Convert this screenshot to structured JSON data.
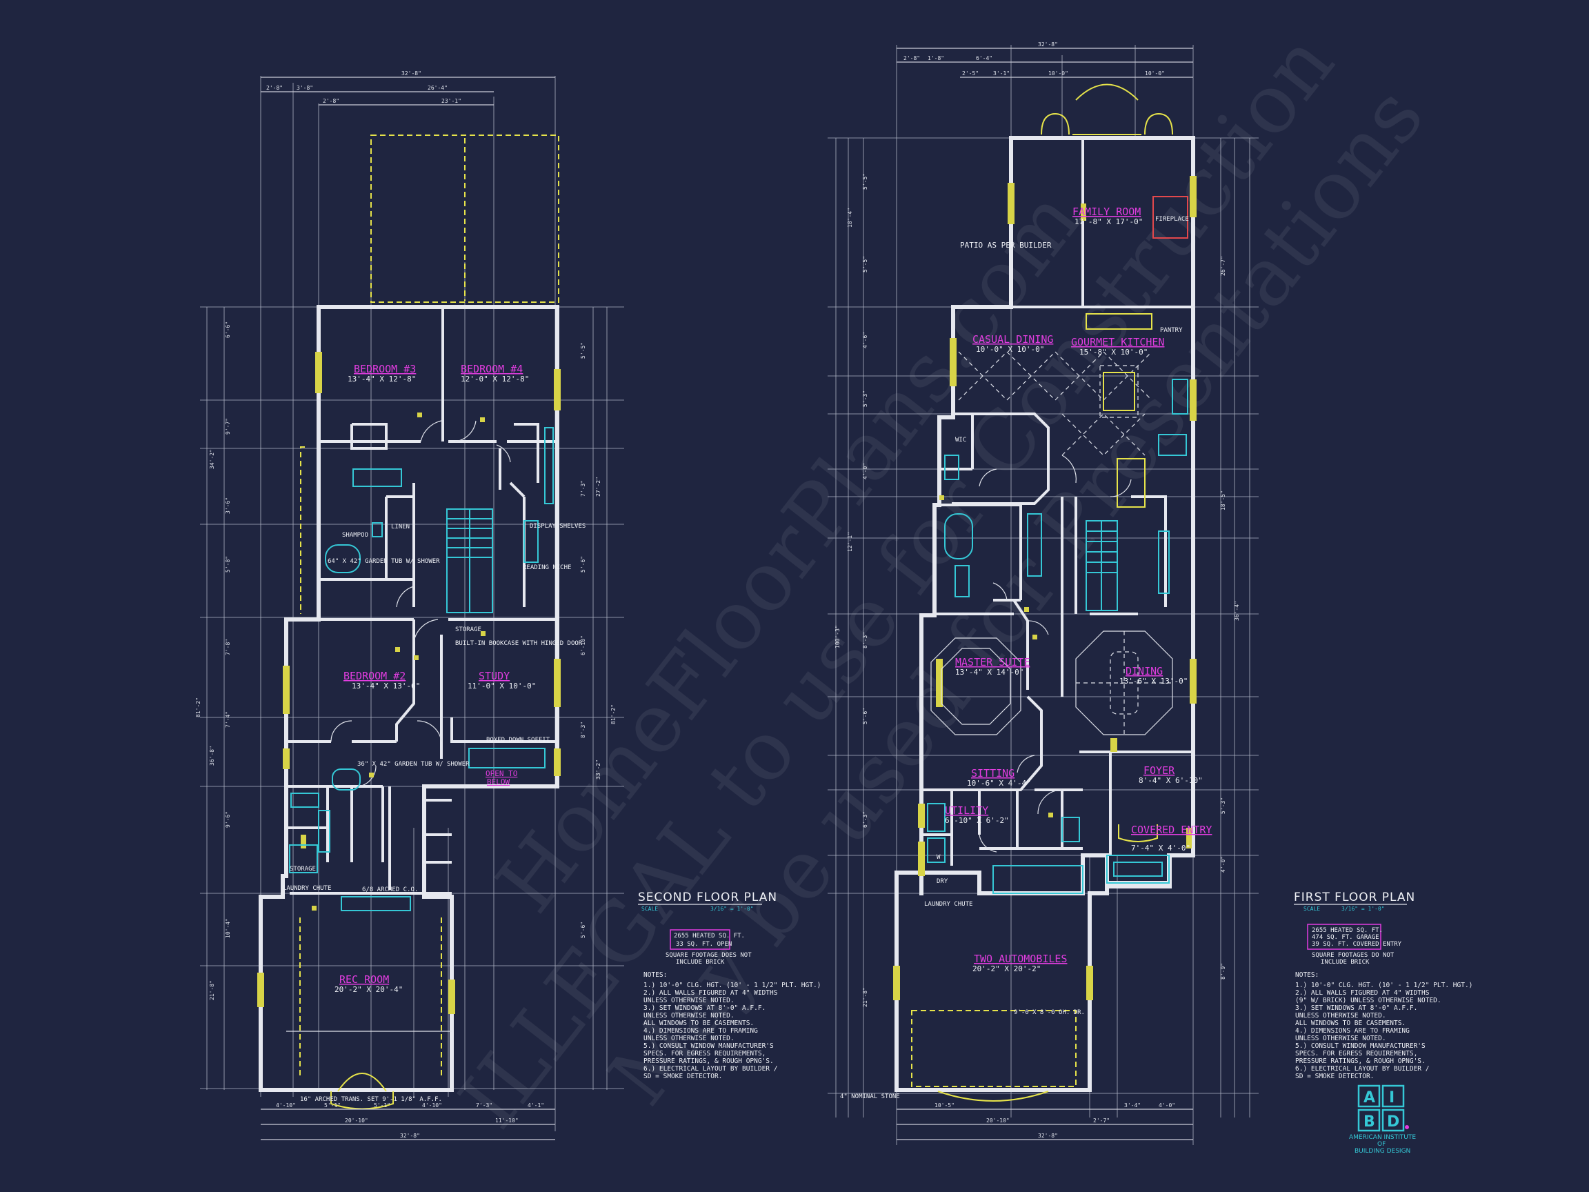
{
  "watermark": {
    "line1": "HomeFloorPlans.com",
    "line2": "ILLEGAL to use for Construction",
    "line3": "May be used for Presentations"
  },
  "second_floor": {
    "title": "SECOND FLOOR PLAN",
    "scale_label": "SCALE",
    "scale_value": "3/16\" = 1'-0\"",
    "area_box": [
      "2655 HEATED SQ. FT.",
      "33 SQ. FT. OPEN"
    ],
    "area_note": [
      "SQUARE FOOTAGE DOES NOT",
      "INCLUDE BRICK"
    ],
    "notes_title": "NOTES:",
    "notes": [
      "1.) 10'-0\" CLG. HGT. (10' - 1 1/2\" PLT. HGT.)",
      "2.) ALL WALLS FIGURED AT 4\" WIDTHS",
      "    UNLESS OTHERWISE NOTED.",
      "3.) SET WINDOWS AT 8'-0\" A.F.F.",
      "    UNLESS OTHERWISE NOTED.",
      "    ALL WINDOWS TO BE CASEMENTS.",
      "4.) DIMENSIONS ARE TO FRAMING",
      "    UNLESS OTHERWISE NOTED.",
      "5.) CONSULT WINDOW MANUFACTURER'S",
      "    SPECS. FOR EGRESS REQUIREMENTS,",
      "    PRESSURE RATINGS, & ROUGH OPNG'S.",
      "6.) ELECTRICAL LAYOUT BY BUILDER /",
      "    SD = SMOKE DETECTOR."
    ],
    "rooms": [
      {
        "name": "BEDROOM #3",
        "size": "13'-4\" X 12'-8\""
      },
      {
        "name": "BEDROOM #4",
        "size": "12'-0\" X 12'-8\""
      },
      {
        "name": "BEDROOM #2",
        "size": "13'-4\" X 13'-6\""
      },
      {
        "name": "STUDY",
        "size": "11'-0\" X 10'-0\""
      },
      {
        "name": "OPEN TO",
        "size": "BELOW"
      },
      {
        "name": "REC ROOM",
        "size": "20'-2\" X 20'-4\""
      }
    ],
    "labels": [
      "READING NICHE",
      "STORAGE",
      "BUILT-IN BOOKCASE WITH HINGED DOOR",
      "LINEN",
      "SHAMPOO",
      "DISPLAY SHELVES",
      "LAUNDRY CHUTE",
      "6/8 ARCHED C.O.",
      "16\" ARCHED TRANS. SET 9'-1 1/8\" A.F.F.",
      "64\" X 42\" GARDEN TUB W/ SHOWER",
      "36\" X 42\" GARDEN TUB W/ SHOWER",
      "STORAGE",
      "BOXED DOWN SOFFIT"
    ],
    "dims_top": [
      "32'-8\"",
      "2'-8\"",
      "3'-8\"",
      "26'-4\"",
      "2'-8\"",
      "23'-1\""
    ],
    "dims_bottom": [
      "4'-10\"",
      "5'-1\"",
      "5'-1\"",
      "4'-10\"",
      "7'-3\"",
      "4'-1\"",
      "20'-10\"",
      "11'-10\"",
      "32'-8\""
    ],
    "dims_left": [
      "6'-6\"",
      "9'-7\"",
      "34'-2\"",
      "3'-6\"",
      "5'-8\"",
      "7'-8\"",
      "7'-4\"",
      "36'-8\"",
      "9'-6\"",
      "10'-4\"",
      "21'-8\"",
      "81'-2\""
    ],
    "dims_right": [
      "5'-5\"",
      "7'-3\"",
      "27'-2\"",
      "5'-6\"",
      "33'-2\"",
      "6'-10\"",
      "8'-3\"",
      "5'-6\"",
      "81'-2\""
    ]
  },
  "first_floor": {
    "title": "FIRST FLOOR PLAN",
    "scale_label": "SCALE",
    "scale_value": "3/16\" = 1'-0\"",
    "area_box": [
      "2655 HEATED SQ. FT.",
      "474 SQ. FT. GARAGE",
      "39 SQ. FT. COVERED ENTRY"
    ],
    "area_note": [
      "SQUARE FOOTAGES DO NOT",
      "INCLUDE BRICK"
    ],
    "notes_title": "NOTES:",
    "notes": [
      "1.) 10'-0\" CLG. HGT. (10' - 1 1/2\" PLT. HGT.)",
      "2.) ALL WALLS FIGURED AT 4\" WIDTHS",
      "    (9\" W/ BRICK) UNLESS OTHERWISE NOTED.",
      "3.) SET WINDOWS AT 8'-0\" A.F.F.",
      "    UNLESS OTHERWISE NOTED.",
      "    ALL WINDOWS TO BE CASEMENTS.",
      "4.) DIMENSIONS ARE TO FRAMING",
      "    UNLESS OTHERWISE NOTED.",
      "5.) CONSULT WINDOW MANUFACTURER'S",
      "    SPECS. FOR EGRESS REQUIREMENTS,",
      "    PRESSURE RATINGS, & ROUGH OPNG'S.",
      "6.) ELECTRICAL LAYOUT BY BUILDER /",
      "    SD = SMOKE DETECTOR."
    ],
    "rooms": [
      {
        "name": "FAMILY ROOM",
        "size": "17'-8\" X 17'-0\""
      },
      {
        "name": "CASUAL DINING",
        "size": "10'-0\" X 10'-0\""
      },
      {
        "name": "GOURMET KITCHEN",
        "size": "15'-8\" X 10'-0\""
      },
      {
        "name": "MASTER SUITE",
        "size": "13'-4\" X 14'-0\""
      },
      {
        "name": "DINING",
        "size": "13'-6\" X 13'-0\""
      },
      {
        "name": "SITTING",
        "size": "10'-6\" X 4'-4\""
      },
      {
        "name": "FOYER",
        "size": "8'-4\" X 6'-10\""
      },
      {
        "name": "UTILITY",
        "size": "6'-10\" X 6'-2\""
      },
      {
        "name": "COVERED ENTRY",
        "size": "7'-4\" X 4'-0\""
      },
      {
        "name": "TWO AUTOMOBILES",
        "size": "20'-2\" X 20'-2\""
      }
    ],
    "labels": [
      "PATIO AS PER BUILDER",
      "FIREPLACE",
      "PANTRY",
      "LAUNDRY CHUTE",
      "WIC",
      "DRY",
      "W",
      "4\" NOMINAL STONE",
      "9'-0 X 8'-0 OH. DR."
    ],
    "dims_top": [
      "32'-8\"",
      "2'-8\"",
      "1'-8\"",
      "6'-4\"",
      "10'-0\"",
      "10'-0\"",
      "2'-5\"",
      "3'-1\""
    ],
    "dims_bottom": [
      "10'-5\"",
      "20'-10\"",
      "2'-7\"",
      "3'-4\"",
      "4'-0\"",
      "32'-8\""
    ],
    "dims_left": [
      "5'-5\"",
      "18'-4\"",
      "5'-5\"",
      "4'-6\"",
      "5'-3\"",
      "4'-0\"",
      "12'-1\"",
      "8'-3\"",
      "5'-6\"",
      "6'-3\"",
      "21'-8\"",
      "100'-3\""
    ],
    "dims_right": [
      "26'-7\"",
      "18'-5\"",
      "36'-4\"",
      "5'-3\"",
      "4'-0\"",
      "8'-9\""
    ]
  },
  "logo": {
    "letters": [
      "A",
      "I",
      "B",
      "D"
    ],
    "name_lines": [
      "AMERICAN INSTITUTE",
      "OF",
      "BUILDING DESIGN"
    ]
  }
}
